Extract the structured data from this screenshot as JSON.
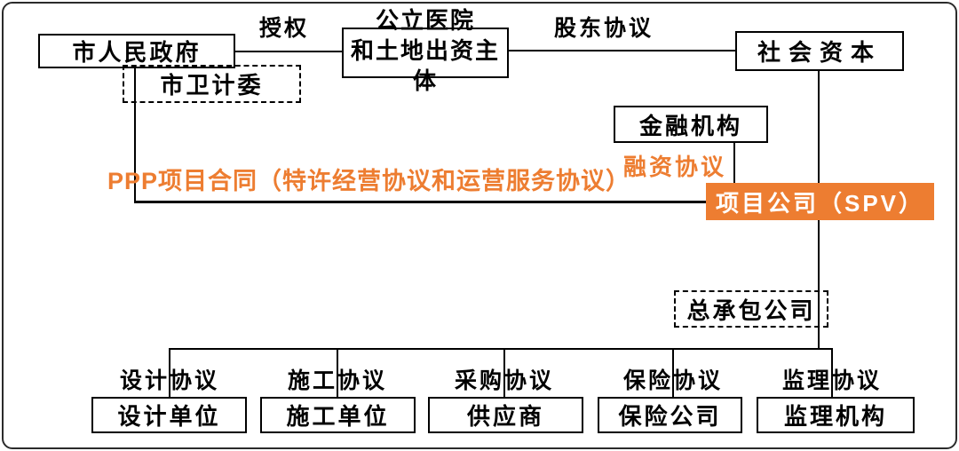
{
  "colors": {
    "accent_orange": "#ED7D31",
    "line_black": "#000000",
    "background": "#FFFFFF"
  },
  "nodes": {
    "government": {
      "label": "市人民政府"
    },
    "hospital_land_investor": {
      "label": "公立医院和土地出资主体",
      "lines": [
        "公立医院",
        "和土地出资主",
        "体"
      ]
    },
    "social_capital": {
      "label": "社会资本"
    },
    "health_commission": {
      "label": "市卫计委"
    },
    "financial_institution": {
      "label": "金融机构"
    },
    "spv": {
      "label": "项目公司（SPV）"
    },
    "general_contractor": {
      "label": "总承包公司"
    },
    "design_unit": {
      "label": "设计单位"
    },
    "construction_unit": {
      "label": "施工单位"
    },
    "supplier": {
      "label": "供应商"
    },
    "insurance_company": {
      "label": "保险公司"
    },
    "supervision_agency": {
      "label": "监理机构"
    }
  },
  "edge_labels": {
    "authorization": "授权",
    "shareholder_agreement": "股东协议",
    "financing_agreement": "融资协议",
    "ppp_contract": "PPP项目合同（特许经营协议和运营服务协议）",
    "design_agreement": "设计协议",
    "construction_agreement": "施工协议",
    "procurement_agreement": "采购协议",
    "insurance_agreement": "保险协议",
    "supervision_agreement": "监理协议"
  }
}
